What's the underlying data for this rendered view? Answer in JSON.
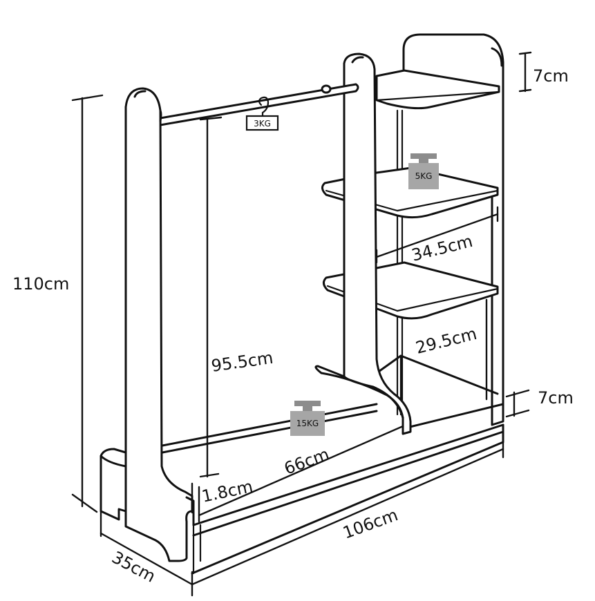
{
  "dimensions": {
    "height_total": "110cm",
    "hanging_height": "95.5cm",
    "top_gap": "7cm",
    "bottom_gap": "7cm",
    "shelf_width": "34.5cm",
    "shelf_spacing": "29.5cm",
    "hanging_width": "66cm",
    "panel_thickness": "1.8cm",
    "total_width": "106cm",
    "depth": "35cm"
  },
  "weights": {
    "rail": "3KG",
    "shelf": "5KG",
    "base": "15KG"
  },
  "colors": {
    "line": "#111111",
    "weight_fill": "#a6a6a6",
    "weight_cap": "#8c8c8c"
  }
}
